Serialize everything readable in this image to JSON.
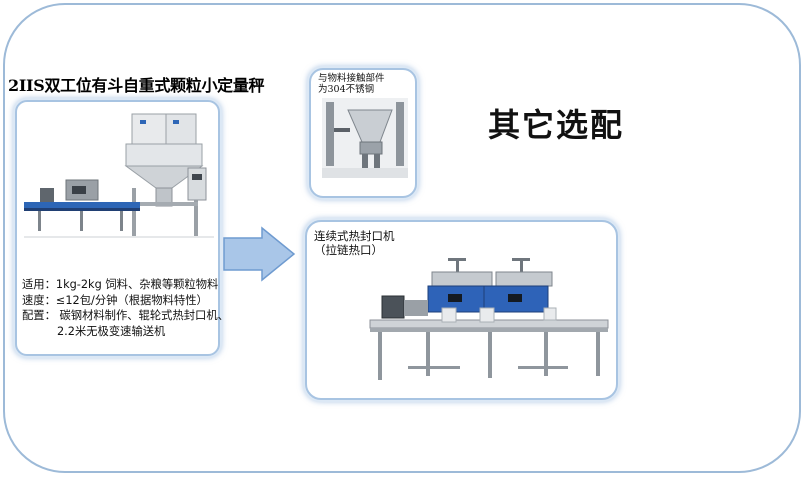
{
  "title": "2IIS双工位有斗自重式颗粒小定量秤",
  "specs": {
    "line1": "适用：1kg-2kg 饲料、杂粮等颗粒物料",
    "line2": "速度：≤12包/分钟（根据物料特性）",
    "line3": "配置： 碳钢材料制作、辊轮式热封口机、",
    "line4": "2.2米无极变速输送机"
  },
  "note": {
    "line1": "与物料接触部件",
    "line2": "为304不锈钢"
  },
  "heading": "其它选配",
  "sealer": {
    "line1": "连续式热封口机",
    "line2": "（拉链热口）"
  },
  "colors": {
    "border": "#9dbad8",
    "arrow_fill": "#a9c6e8",
    "arrow_stroke": "#6f9bd0",
    "machine_blue": "#2e63b8"
  }
}
